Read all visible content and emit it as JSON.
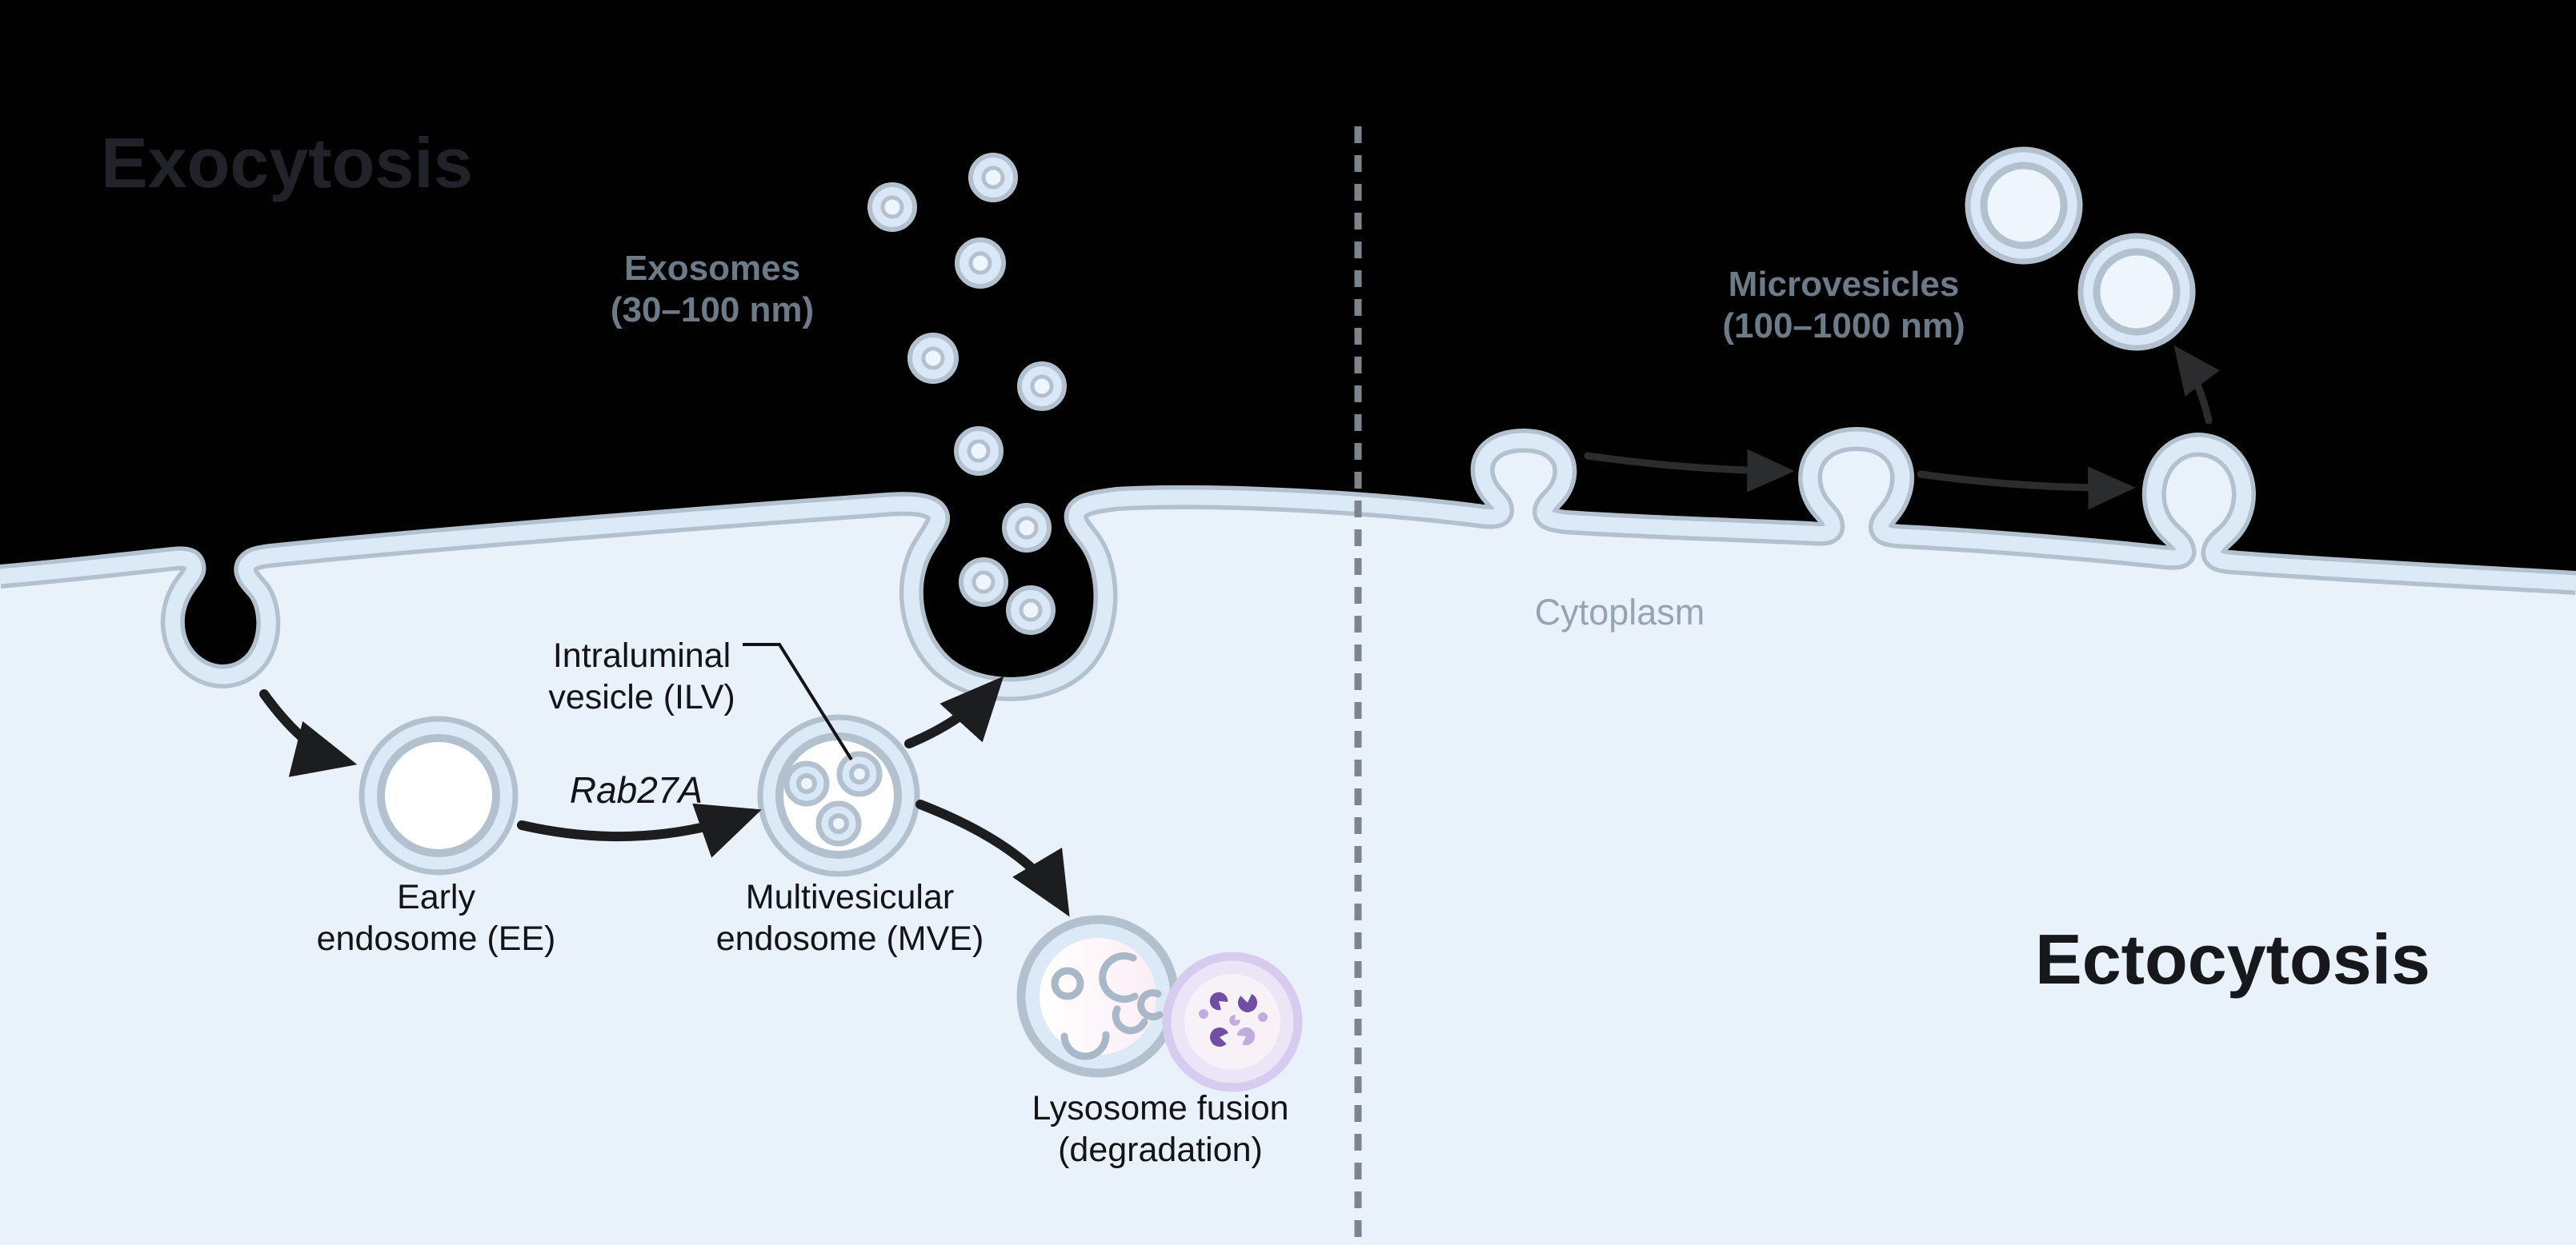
{
  "titles": {
    "exocytosis": "Exocytosis",
    "ectocytosis": "Ectocytosis"
  },
  "labels": {
    "exosomes": {
      "line1": "Exosomes",
      "line2": "(30–100 nm)"
    },
    "microvesicles": {
      "line1": "Microvesicles",
      "line2": "(100–1000 nm)"
    },
    "cytoplasm": "Cytoplasm",
    "ilv": {
      "line1": "Intraluminal",
      "line2": "vesicle (ILV)"
    },
    "rab27a": "Rab27A",
    "early_endosome": {
      "line1": "Early",
      "line2": "endosome (EE)"
    },
    "mve": {
      "line1": "Multivesicular",
      "line2": "endosome (MVE)"
    },
    "lysosome": {
      "line1": "Lysosome fusion",
      "line2": "(degradation)"
    }
  },
  "colors": {
    "background": "#010102",
    "cell_fill": "#e9f1fa",
    "membrane_gray": "#b3c0ce",
    "membrane_band": "#dce9f6",
    "ves_band": "#d9e7f6",
    "ves_center": "#eef5fc",
    "white": "#ffffff",
    "label_blue": "#6d7a88",
    "cytoplasm_gray": "#95a3b4",
    "title_dark_on_black": "#212329",
    "title_dark": "#16181c",
    "text_black": "#121417",
    "arrow_black": "#1c1d1f",
    "arrow_gray": "#2a2c2e",
    "divider_gray": "#7d848c",
    "lyso_gray_ring": "#a9b8c8",
    "lyso_lavender_ring": "#d8cbf0",
    "lyso_lavender_band": "#ece4f7",
    "lyso_interior_pink": "#f9f1f8",
    "purple_dark": "#6f4ea3",
    "purple_light": "#c2abdd"
  }
}
